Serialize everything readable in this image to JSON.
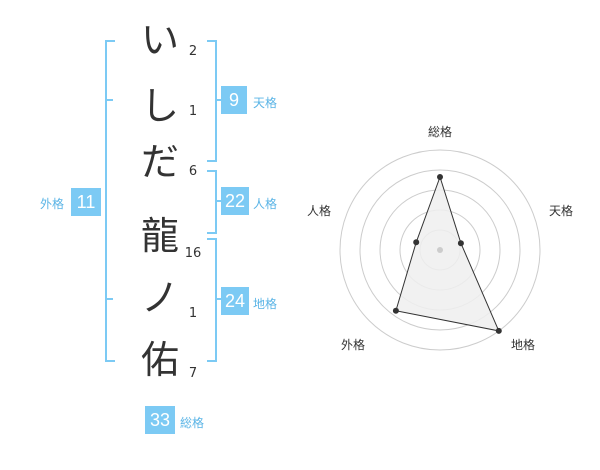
{
  "name_chars": [
    {
      "char": "い",
      "strokes": "2"
    },
    {
      "char": "し",
      "strokes": "1"
    },
    {
      "char": "だ",
      "strokes": "6"
    },
    {
      "char": "龍",
      "strokes": "16"
    },
    {
      "char": "ノ",
      "strokes": "1"
    },
    {
      "char": "佑",
      "strokes": "7"
    }
  ],
  "kakusu": {
    "tenkaku": {
      "value": "9",
      "label": "天格"
    },
    "jinkaku": {
      "value": "22",
      "label": "人格"
    },
    "chikaku": {
      "value": "24",
      "label": "地格"
    },
    "gaikaku": {
      "value": "11",
      "label": "外格"
    },
    "soukaku": {
      "value": "33",
      "label": "総格"
    }
  },
  "radar": {
    "axis_labels": {
      "top": "総格",
      "right": "天格",
      "bottom_right": "地格",
      "bottom_left": "外格",
      "left": "人格"
    },
    "levels": 5,
    "scores": {
      "soukaku": 0.73,
      "tenkaku": 0.22,
      "chikaku": 1.0,
      "gaikaku": 0.75,
      "jinkaku": 0.25
    },
    "accent_color": "#7ccaf4",
    "polygon_fill": "#efefef",
    "grid_color": "#cccccc",
    "point_color": "#333333"
  }
}
